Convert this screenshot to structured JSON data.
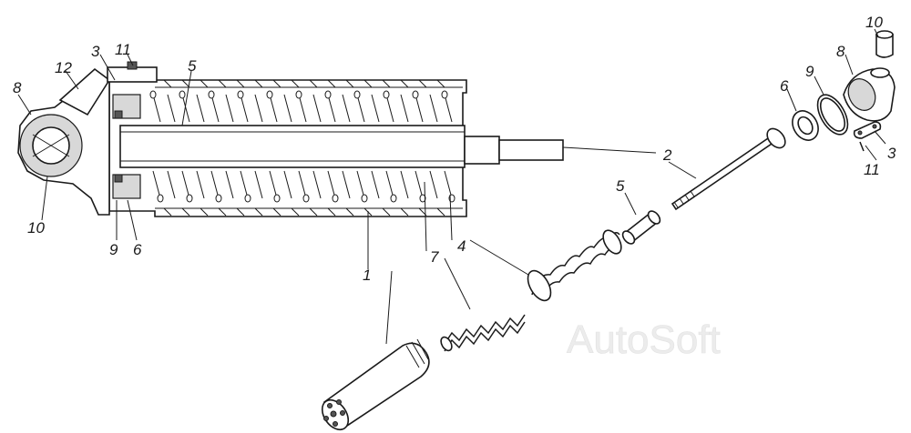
{
  "diagram": {
    "labels": {
      "l1": "1",
      "l2": "2",
      "l3_left": "3",
      "l3_right": "3",
      "l4": "4",
      "l5_left": "5",
      "l5_right": "5",
      "l6_left": "6",
      "l6_right": "6",
      "l7": "7",
      "l8_left": "8",
      "l8_right": "8",
      "l9_left": "9",
      "l9_right": "9",
      "l10_left": "10",
      "l10_right": "10",
      "l11_left": "11",
      "l11_right": "11",
      "l12": "12"
    },
    "watermark": "AutoSoft"
  }
}
